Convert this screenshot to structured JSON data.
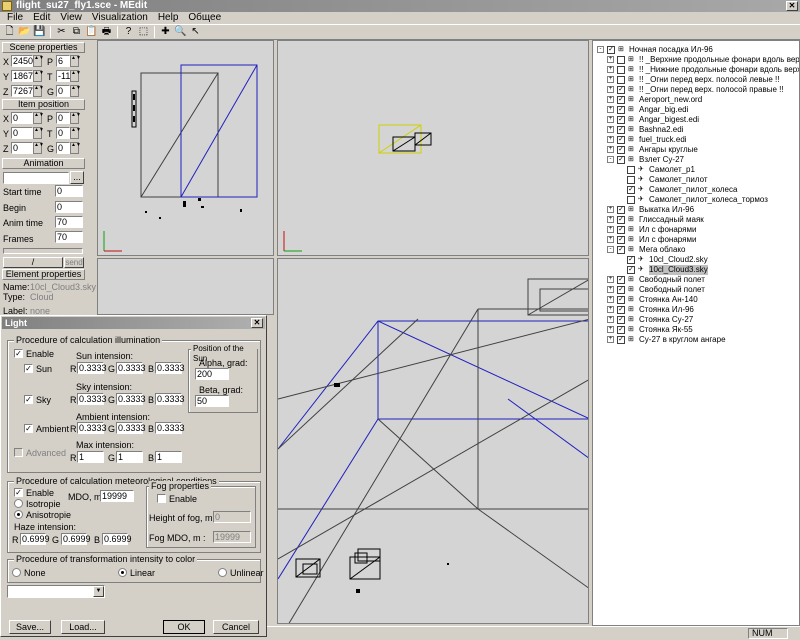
{
  "window": {
    "title": "flight_su27_fly1.sce - MEdit"
  },
  "menu": [
    "File",
    "Edit",
    "View",
    "Visualization",
    "Help",
    "Общее"
  ],
  "toolbar_icons": [
    "new-icon",
    "open-icon",
    "save-icon",
    "cut-icon",
    "copy-icon",
    "paste-icon",
    "print-icon",
    "help-icon",
    "cube-icon",
    "move-icon",
    "zoom-icon",
    "select-icon"
  ],
  "scene": {
    "header": "Scene properties",
    "x_label": "X",
    "x": "2450",
    "p_label": "P",
    "p": "6",
    "y_label": "Y",
    "y": "1867",
    "t_label": "T",
    "t": "-11",
    "z_label": "Z",
    "z": "7267",
    "g_label": "G",
    "g": "0"
  },
  "item": {
    "header": "Item position",
    "x_label": "X",
    "x": "0",
    "p_label": "P",
    "p": "0",
    "y_label": "Y",
    "y": "0",
    "t_label": "T",
    "t": "0",
    "z_label": "Z",
    "z": "0",
    "g_label": "G",
    "g": "0"
  },
  "animation": {
    "header": "Animation",
    "browse": "...",
    "start_label": "Start time",
    "start": "0",
    "begin_label": "Begin",
    "begin": "0",
    "anim_label": "Anim time",
    "anim": "70",
    "frames_label": "Frames",
    "frames": "70",
    "slash": "/",
    "send": "send"
  },
  "element": {
    "header": "Element properties",
    "name_label": "Name:",
    "name": "10cl_Cloud3.sky",
    "type_label": "Type:",
    "type": "Cloud",
    "label_label": "Label:",
    "label": "none"
  },
  "tree": [
    {
      "level": 0,
      "exp": "-",
      "chk": true,
      "text": "Ночная посадка Ил-96"
    },
    {
      "level": 1,
      "exp": "+",
      "chk": false,
      "text": "!! _Верхние продольные фонари вдоль верх. полос"
    },
    {
      "level": 1,
      "exp": "+",
      "chk": false,
      "text": "!! _Нижние продольные фонари вдоль верх. полос"
    },
    {
      "level": 1,
      "exp": "+",
      "chk": false,
      "text": "!! _Огни перед верх. полосой левые !!"
    },
    {
      "level": 1,
      "exp": "+",
      "chk": true,
      "text": "!! _Огни перед верх. полосой правые !!"
    },
    {
      "level": 1,
      "exp": "+",
      "chk": true,
      "text": "Aeroport_new.ord"
    },
    {
      "level": 1,
      "exp": "+",
      "chk": true,
      "text": "Angar_big.edi"
    },
    {
      "level": 1,
      "exp": "+",
      "chk": true,
      "text": "Angar_bigest.edi"
    },
    {
      "level": 1,
      "exp": "+",
      "chk": true,
      "text": "Bashna2.edi"
    },
    {
      "level": 1,
      "exp": "+",
      "chk": true,
      "text": "fuel_truck.edi"
    },
    {
      "level": 1,
      "exp": "+",
      "chk": true,
      "text": "Ангары круглые"
    },
    {
      "level": 1,
      "exp": "-",
      "chk": true,
      "text": "Взлет Су-27"
    },
    {
      "level": 2,
      "exp": "",
      "chk": false,
      "text": "Самолет_p1"
    },
    {
      "level": 2,
      "exp": "",
      "chk": false,
      "text": "Самолет_пилот"
    },
    {
      "level": 2,
      "exp": "",
      "chk": true,
      "text": "Самолет_пилот_колеса"
    },
    {
      "level": 2,
      "exp": "",
      "chk": false,
      "text": "Самолет_пилот_колеса_тормоз"
    },
    {
      "level": 1,
      "exp": "+",
      "chk": true,
      "text": "Выкатка Ил-96"
    },
    {
      "level": 1,
      "exp": "+",
      "chk": true,
      "text": "Глиссадный маяк"
    },
    {
      "level": 1,
      "exp": "+",
      "chk": true,
      "text": "Ил с фонарями"
    },
    {
      "level": 1,
      "exp": "+",
      "chk": true,
      "text": "Ил с фонарями"
    },
    {
      "level": 1,
      "exp": "-",
      "chk": true,
      "text": "Мега облако"
    },
    {
      "level": 2,
      "exp": "",
      "chk": true,
      "text": "10cl_Cloud2.sky"
    },
    {
      "level": 2,
      "exp": "",
      "chk": true,
      "text": "10cl_Cloud3.sky",
      "selected": true
    },
    {
      "level": 1,
      "exp": "+",
      "chk": true,
      "text": "Свободный полет"
    },
    {
      "level": 1,
      "exp": "+",
      "chk": true,
      "text": "Свободный полет"
    },
    {
      "level": 1,
      "exp": "+",
      "chk": true,
      "text": "Стоянка Ан-140"
    },
    {
      "level": 1,
      "exp": "+",
      "chk": true,
      "text": "Стоянка Ил-96"
    },
    {
      "level": 1,
      "exp": "+",
      "chk": true,
      "text": "Стоянка Су-27"
    },
    {
      "level": 1,
      "exp": "+",
      "chk": true,
      "text": "Стоянка Як-55"
    },
    {
      "level": 1,
      "exp": "+",
      "chk": true,
      "text": "Су-27 в круглом ангаре"
    }
  ],
  "status": {
    "num": "NUM"
  },
  "light": {
    "title": "Light",
    "illum_group": "Procedure of calculation illumination",
    "enable": "Enable",
    "sun_intension": "Sun intension:",
    "sun": "Sun",
    "sky_intension": "Sky intension:",
    "sky": "Sky",
    "ambient_intension": "Ambient intension:",
    "ambient": "Ambient",
    "max_intension": "Max intension:",
    "advanced": "Advanced",
    "r": "R",
    "g": "G",
    "b": "B",
    "sun_r": "0.3333",
    "sun_g": "0.3333",
    "sun_b": "0.3333",
    "sky_r": "0.3333",
    "sky_g": "0.3333",
    "sky_b": "0.3333",
    "amb_r": "0.3333",
    "amb_g": "0.3333",
    "amb_b": "0.3333",
    "max_r": "1",
    "max_g": "1",
    "max_b": "1",
    "sun_pos_group": "Position of the Sun",
    "alpha_label": "Alpha, grad:",
    "alpha": "200",
    "beta_label": "Beta, grad:",
    "beta": "50",
    "met_group": "Procedure of calculation meteorological conditions",
    "met_enable": "Enable",
    "isotropie": "Isotropie",
    "anisotropie": "Anisotropie",
    "mdo_label": "MDO, m:",
    "mdo": "19999",
    "haze_label": "Haze intension:",
    "haze_r": "0.6999",
    "haze_g": "0.6999",
    "haze_b": "0.6999",
    "fog_group": "Fog properties",
    "fog_enable": "Enable",
    "fog_height_label": "Height of fog, m:",
    "fog_height": "0",
    "fog_mdo_label": "Fog MDO, m :",
    "fog_mdo": "19999",
    "transform_group": "Procedure of transformation intensity to color",
    "none": "None",
    "linear": "Linear",
    "unlinear": "Unlinear",
    "save": "Save...",
    "load": "Load...",
    "ok": "OK",
    "cancel": "Cancel"
  }
}
